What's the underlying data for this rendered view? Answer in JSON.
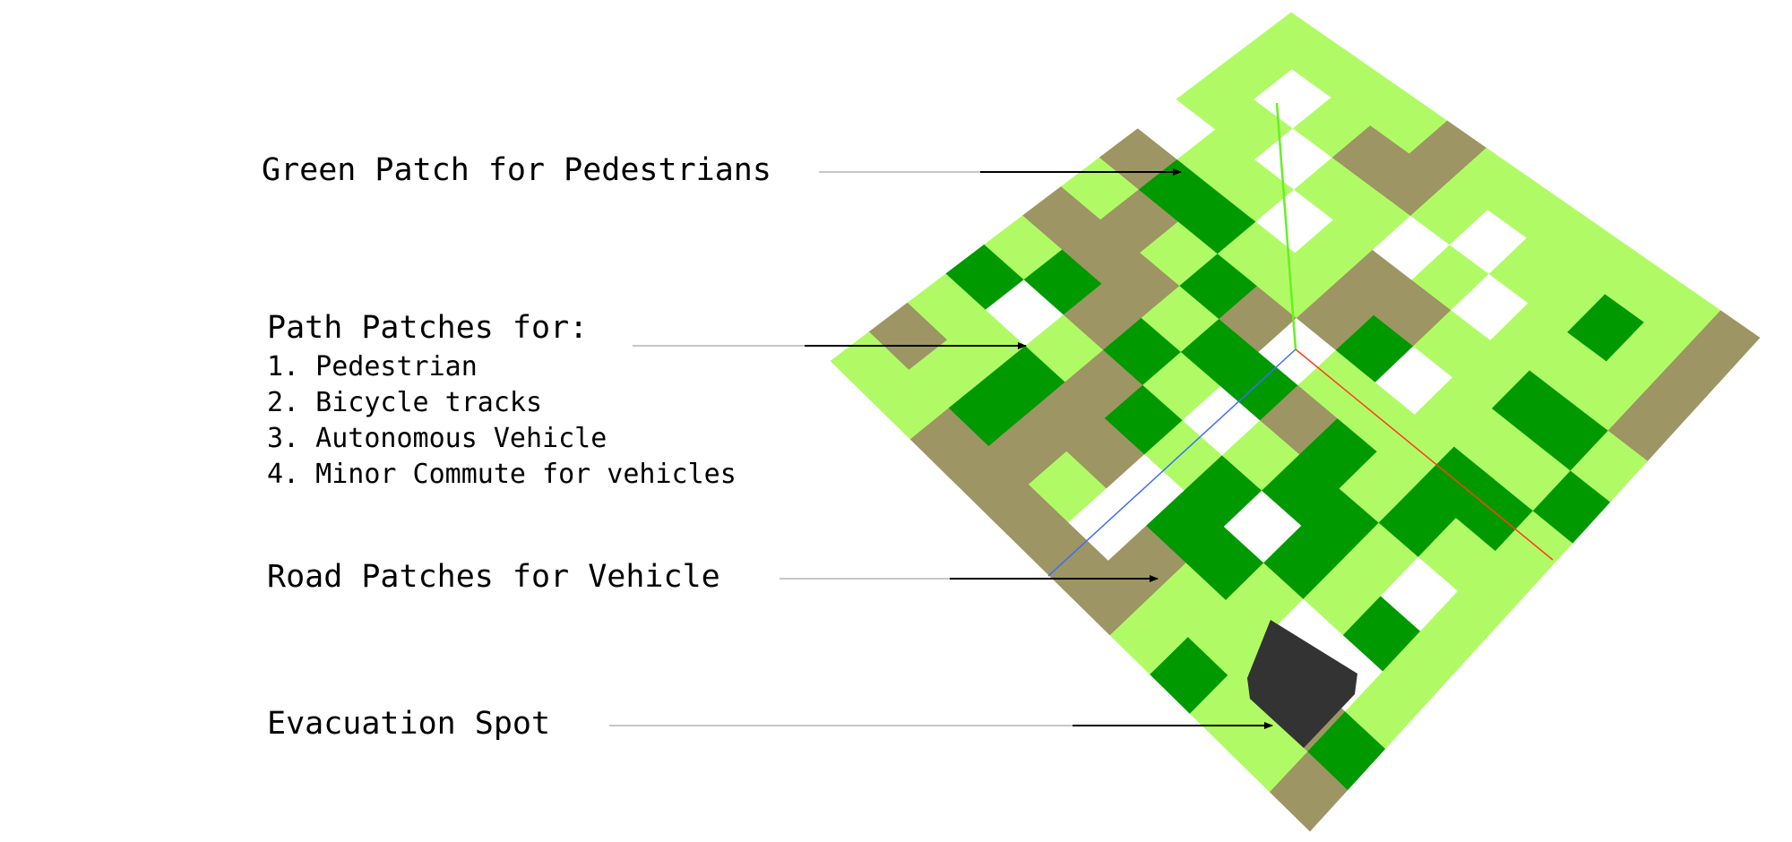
{
  "labels": {
    "green_patch": "Green Patch for Pedestrians",
    "path_patches": {
      "title": "Path Patches for:",
      "items": [
        "1. Pedestrian",
        "2. Bicycle tracks",
        "3. Autonomous Vehicle",
        "4. Minor Commute for vehicles"
      ]
    },
    "road_patches": "Road Patches for Vehicle",
    "evacuation": "Evacuation Spot"
  },
  "colors": {
    "light_green": "#b0fb65",
    "dark_green": "#009a00",
    "road": "#9d9563",
    "empty": "#ffffff",
    "evac_block": "#333333",
    "axis_x": "#ff3b1f",
    "axis_y": "#66f022",
    "axis_z": "#3c6cff"
  },
  "grid": {
    "size": 12,
    "legend": {
      "L": "light-green-path",
      "D": "dark-green-patch",
      "R": "road",
      "W": "empty"
    },
    "rows": [
      "LLLLRLLLLLLR",
      "LWLRRLWLLDLR",
      "LLWLLWLWLLLR",
      "WLLWLRRLLDDL",
      "RDDLLRDWLLLD",
      "LRLDRWLLLDDL",
      "RRRLDDRDLDLL",
      "LDRDLWLDDLWL",
      "DWLRDLDWDLDL",
      "LLDRRWDDLWWL",
      "RLDRLWRLLLRD",
      "LLRRRRRLDLLR"
    ]
  }
}
